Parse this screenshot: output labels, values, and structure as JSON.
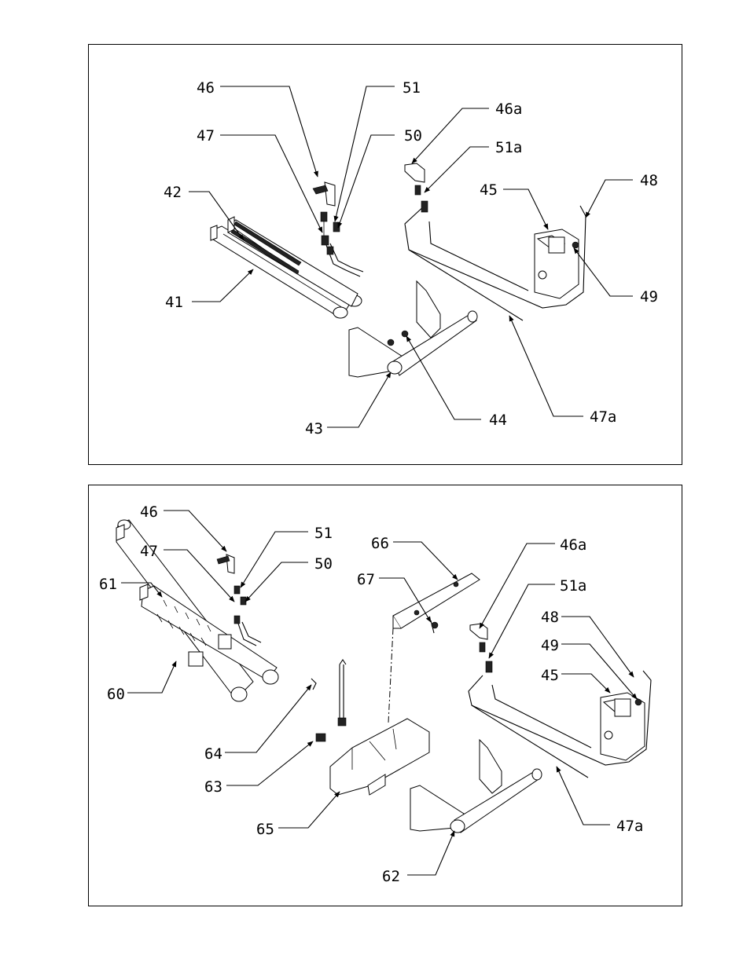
{
  "top_diagram": {
    "labels": {
      "l46": "46",
      "l51": "51",
      "l47": "47",
      "l50": "50",
      "l42": "42",
      "l41": "41",
      "l46a": "46a",
      "l51a": "51a",
      "l45": "45",
      "l48": "48",
      "l49": "49",
      "l43": "43",
      "l44": "44",
      "l47a": "47a"
    }
  },
  "bottom_diagram": {
    "labels": {
      "l46": "46",
      "l51": "51",
      "l47": "47",
      "l50": "50",
      "l61": "61",
      "l60": "60",
      "l66": "66",
      "l67": "67",
      "l46a": "46a",
      "l51a": "51a",
      "l48": "48",
      "l49": "49",
      "l45": "45",
      "l64": "64",
      "l63": "63",
      "l65": "65",
      "l47a": "47a",
      "l62": "62"
    }
  }
}
